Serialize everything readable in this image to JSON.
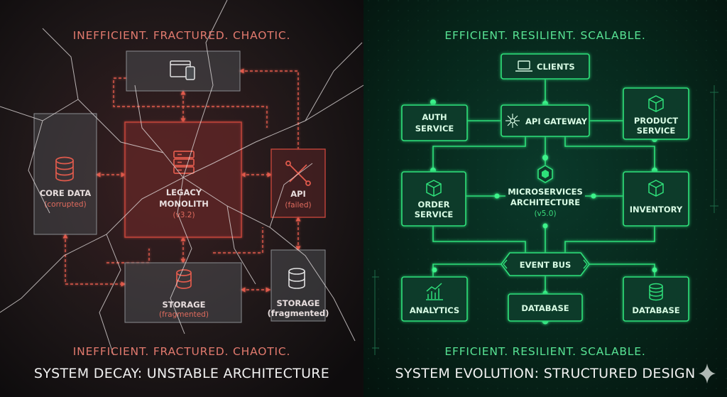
{
  "left": {
    "top_tagline": "INEFFICIENT. FRACTURED. CHAOTIC.",
    "bottom_tagline": "INEFFICIENT. FRACTURED. CHAOTIC.",
    "caption": "SYSTEM DECAY: UNSTABLE ARCHITECTURE",
    "core_data": {
      "label": "CORE DATA",
      "status": "(corrupted)"
    },
    "monolith": {
      "line1": "LEGACY",
      "line2": "MONOLITH",
      "version": "(v3.2)"
    },
    "api": {
      "label": "API",
      "status": "(failed)"
    },
    "storage_center": {
      "label": "STORAGE",
      "status": "(fragmented)"
    },
    "storage_right": {
      "label": "STORAGE",
      "status": "(fragmented)"
    }
  },
  "right": {
    "top_tagline": "EFFICIENT. RESILIENT. SCALABLE.",
    "bottom_tagline": "EFFICIENT. RESILIENT. SCALABLE.",
    "caption": "SYSTEM EVOLUTION: STRUCTURED DESIGN",
    "clients": "CLIENTS",
    "auth": {
      "line1": "AUTH",
      "line2": "SERVICE"
    },
    "gateway": "API GATEWAY",
    "product": {
      "line1": "PRODUCT",
      "line2": "SERVICE"
    },
    "order": {
      "line1": "ORDER",
      "line2": "SERVICE"
    },
    "center": {
      "line1": "MICROSERVICES",
      "line2": "ARCHITECTURE",
      "version": "(v5.0)"
    },
    "inventory": "INVENTORY",
    "event_bus": "EVENT BUS",
    "analytics": "ANALYTICS",
    "database_center": "DATABASE",
    "database_right": "DATABASE"
  },
  "colors": {
    "red_accent": "#e05a4c",
    "green_accent": "#2fe07a",
    "left_bg": "#1c1416",
    "right_bg": "#06201a"
  },
  "icons": {
    "clients": "laptop-icon",
    "gateway": "network-hub-icon",
    "product": "box-icon",
    "order": "box-icon",
    "inventory": "box-icon",
    "analytics": "bar-chart-icon",
    "database": "database-icon",
    "monolith": "server-stack-icon",
    "api": "tools-icon",
    "corner": "sparkle-icon"
  }
}
